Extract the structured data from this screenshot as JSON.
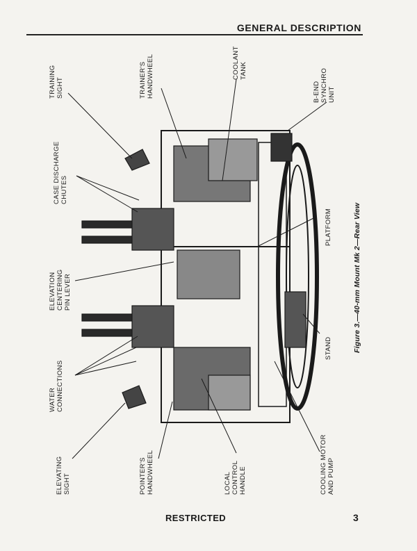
{
  "header": {
    "title": "GENERAL DESCRIPTION"
  },
  "labels": {
    "training_sight": "TRAINING\nSIGHT",
    "trainers_handwheel": "TRAINER'S\nHANDWHEEL",
    "coolant_tank": "COOLANT\nTANK",
    "b_end_synchro": "B-END\nSYNCHRO\nUNIT",
    "case_discharge": "CASE DISCHARGE\nCHUTES",
    "platform": "PLATFORM",
    "elevation_centering": "ELEVATION\nCENTERING\nPIN LEVER",
    "stand": "STAND",
    "water_connections": "WATER\nCONNECTIONS",
    "elevating_sight": "ELEVATING\nSIGHT",
    "pointers_handwheel": "POINTER'S\nHANDWHEEL",
    "local_control": "LOCAL\nCONTROL\nHANDLE",
    "cooling_motor": "COOLING MOTOR\nAND PUMP"
  },
  "caption": "Figure 3.—40-mm Mount Mk 2—Rear View",
  "footer": {
    "classification": "RESTRICTED",
    "page_number": "3"
  }
}
